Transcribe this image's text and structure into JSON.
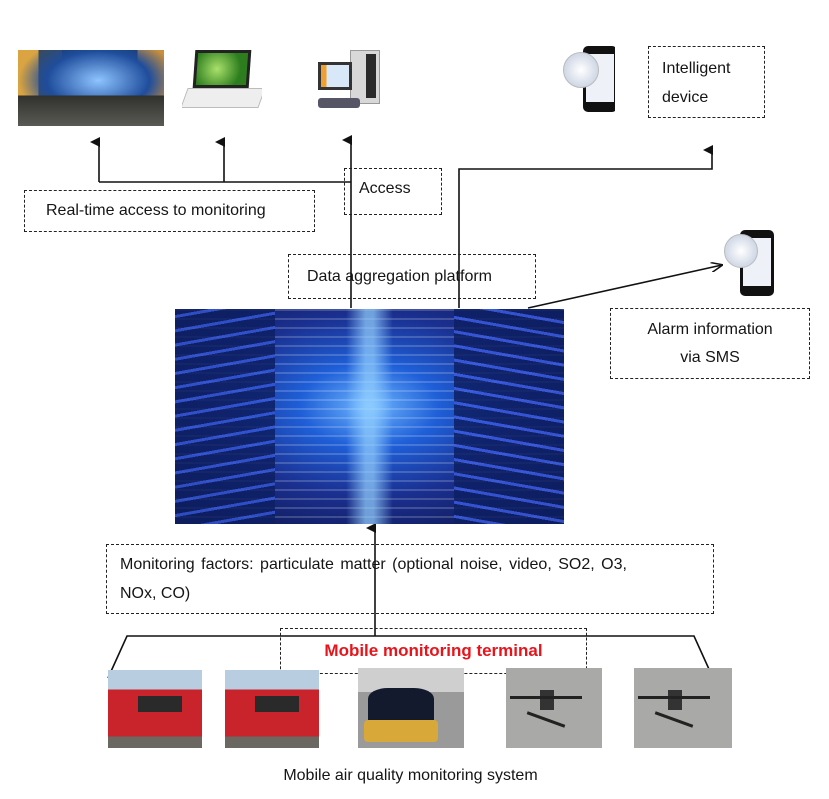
{
  "diagram": {
    "caption": "Mobile air quality monitoring system",
    "labels": {
      "intelligent_device": [
        "Intelligent",
        "device"
      ],
      "access": "Access",
      "realtime_access": "Real-time access to monitoring",
      "data_aggregation": "Data aggregation platform",
      "alarm_sms": [
        "Alarm information",
        "via SMS"
      ],
      "monitoring_factors": [
        "Monitoring factors: particulate matter (optional noise, video, SO2, O3,",
        "NOx, CO)"
      ],
      "mobile_terminal": "Mobile monitoring terminal"
    },
    "images": {
      "control_room": "monitoring-control-room",
      "laptop": "laptop",
      "desktop": "desktop-computer",
      "smartphone_top": "smartphone",
      "smartphone_alarm": "smartphone",
      "data_center": "server-data-center",
      "vehicles": [
        "bus",
        "bus",
        "car",
        "drone",
        "drone"
      ]
    },
    "colors": {
      "accent_red": "#e8141b",
      "line": "#111111"
    }
  }
}
